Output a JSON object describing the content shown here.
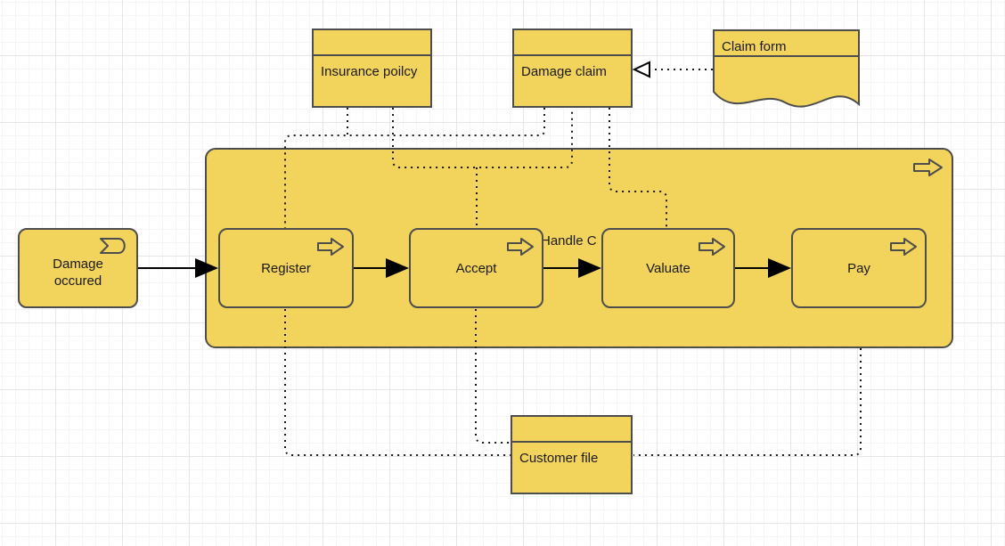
{
  "diagram": {
    "container": {
      "label": "Handle C"
    },
    "event": {
      "label": "Damage occured"
    },
    "processes": [
      {
        "label": "Register"
      },
      {
        "label": "Accept"
      },
      {
        "label": "Valuate"
      },
      {
        "label": "Pay"
      }
    ],
    "objects": {
      "insurance_policy": "Insurance poilcy",
      "damage_claim": "Damage claim",
      "claim_form": "Claim form",
      "customer_file": "Customer file"
    },
    "colors": {
      "node_fill": "#F2D35C",
      "node_border": "#4D4D4D",
      "connector": "#1a1a1a",
      "grid_minor": "#f5f5f5",
      "grid_major": "#e6e6e6"
    }
  }
}
